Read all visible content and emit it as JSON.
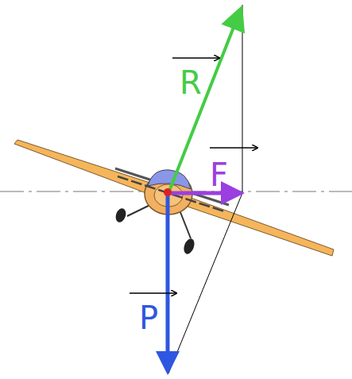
{
  "diagram": {
    "labels": [
      "R",
      "F",
      "P"
    ]
  }
}
